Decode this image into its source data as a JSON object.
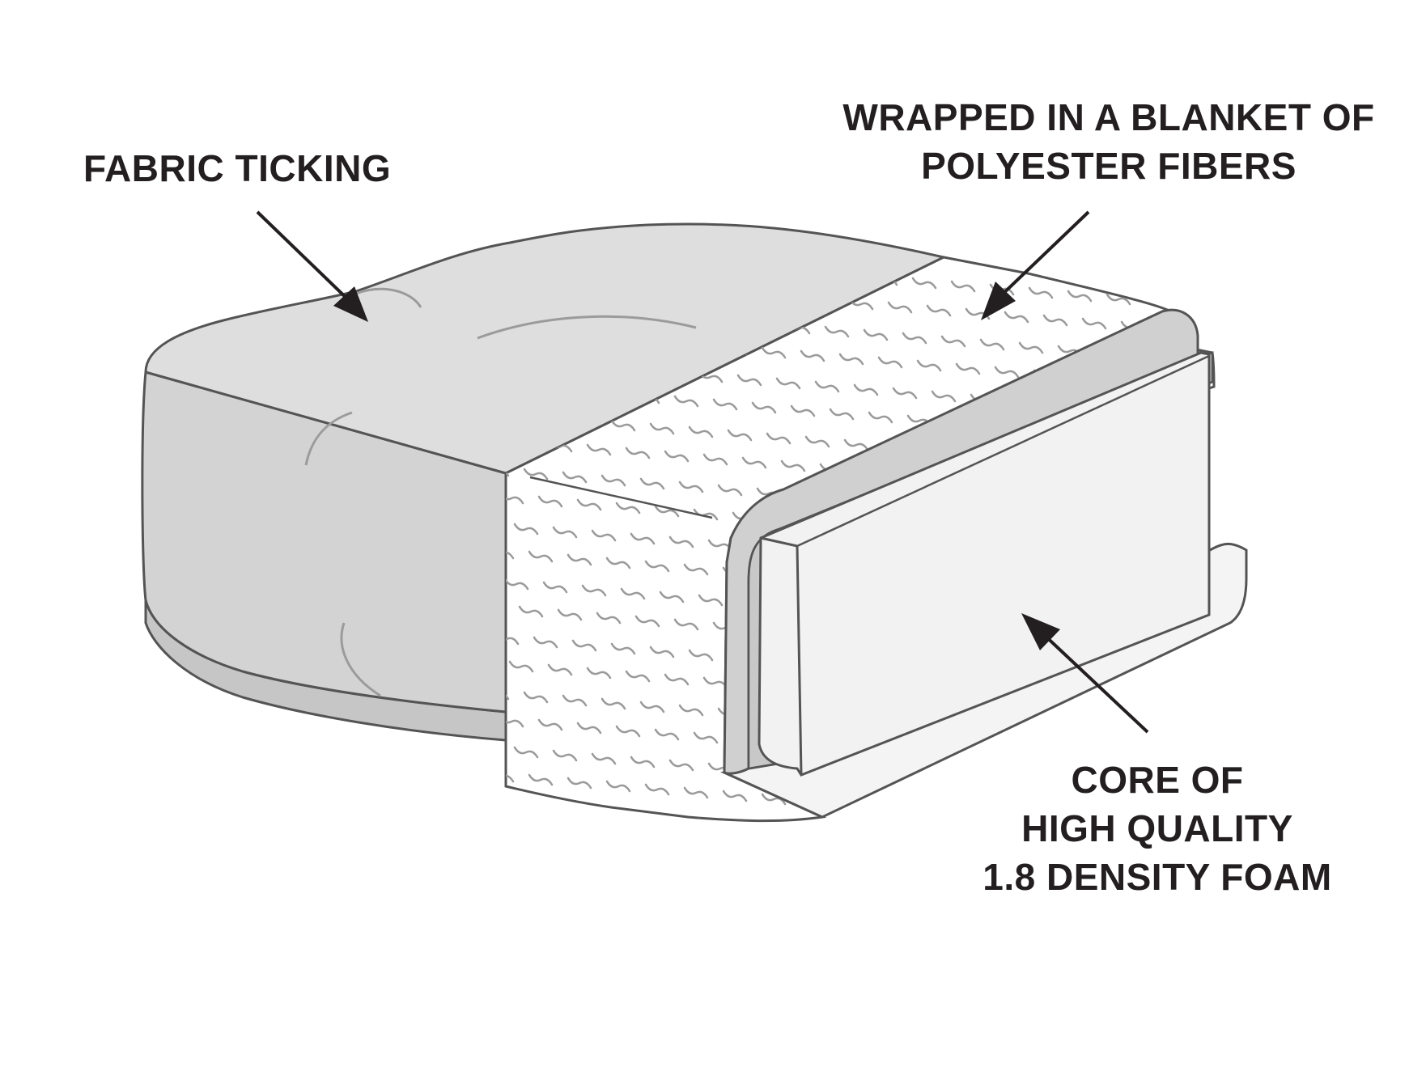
{
  "labels": {
    "fabric_ticking": [
      "FABRIC TICKING"
    ],
    "polyester_blanket": [
      "WRAPPED IN A BLANKET OF",
      "POLYESTER FIBERS"
    ],
    "foam_core": [
      "CORE OF",
      "HIGH QUALITY",
      "1.8 DENSITY FOAM"
    ]
  },
  "colors": {
    "outline": "#545454",
    "ticking_top": "#dedede",
    "ticking_side": "#d3d3d3",
    "ticking_bottom": "#c6c6c6",
    "blanket": "#ffffff",
    "blanket_pattern": "#9a9a9a",
    "foam_frame": "#d0d0d0",
    "foam_face": "#f2f2f2",
    "text": "#231f20"
  }
}
